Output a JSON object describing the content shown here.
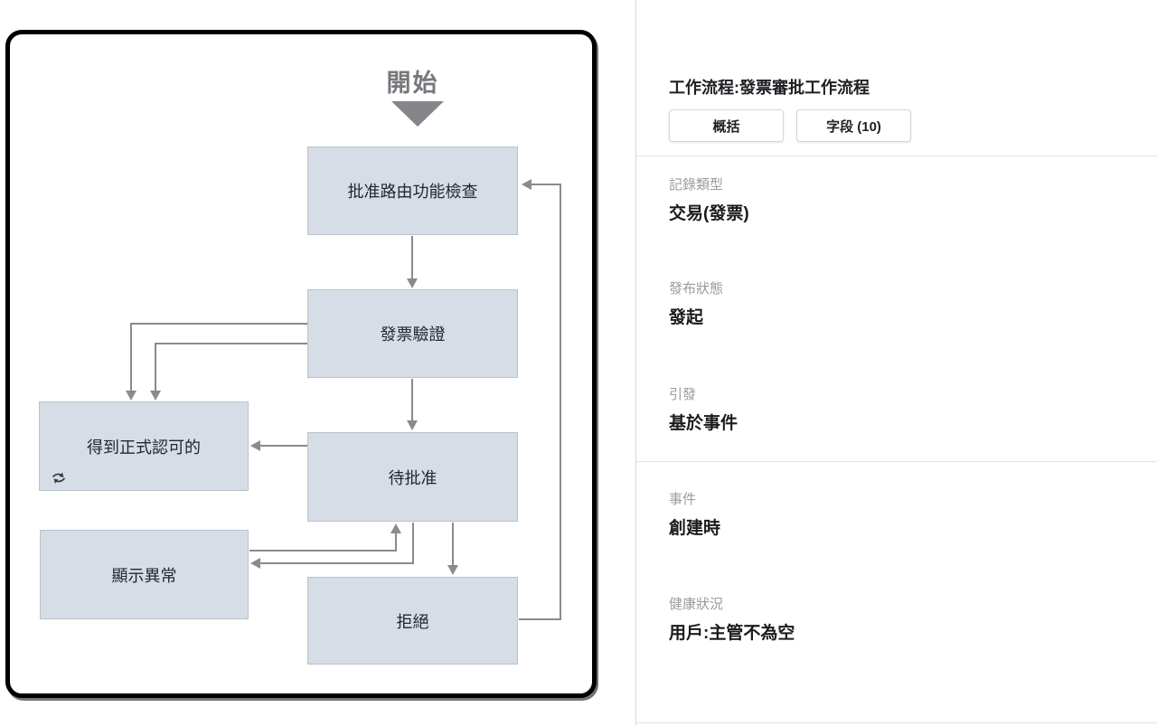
{
  "diagram": {
    "start_label": "開始",
    "nodes": [
      {
        "id": "approval-routing-check",
        "label": "批准路由功能檢查"
      },
      {
        "id": "invoice-validation",
        "label": "發票驗證"
      },
      {
        "id": "approved",
        "label": "得到正式認可的"
      },
      {
        "id": "pending-approval",
        "label": "待批准"
      },
      {
        "id": "show-exception",
        "label": "顯示異常"
      },
      {
        "id": "reject",
        "label": "拒絕"
      }
    ],
    "icons": {
      "loop_icon": "loop-repeat-arrows"
    },
    "colors": {
      "node_fill": "#d6dde6",
      "node_border": "#b9c2cc",
      "connector": "#8a8a90",
      "start_text": "#77777c",
      "card_border": "#000000"
    }
  },
  "panel": {
    "title": "工作流程:發票審批工作流程",
    "tabs": [
      {
        "label": "概括"
      },
      {
        "label": "字段 (10)"
      }
    ],
    "fields": [
      {
        "label": "記錄類型",
        "value": "交易(發票)"
      },
      {
        "label": "發布狀態",
        "value": "發起"
      },
      {
        "label": "引發",
        "value": "基於事件"
      },
      {
        "label": "事件",
        "value": "創建時"
      },
      {
        "label": "健康狀況",
        "value": "用戶:主管不為空"
      }
    ]
  }
}
